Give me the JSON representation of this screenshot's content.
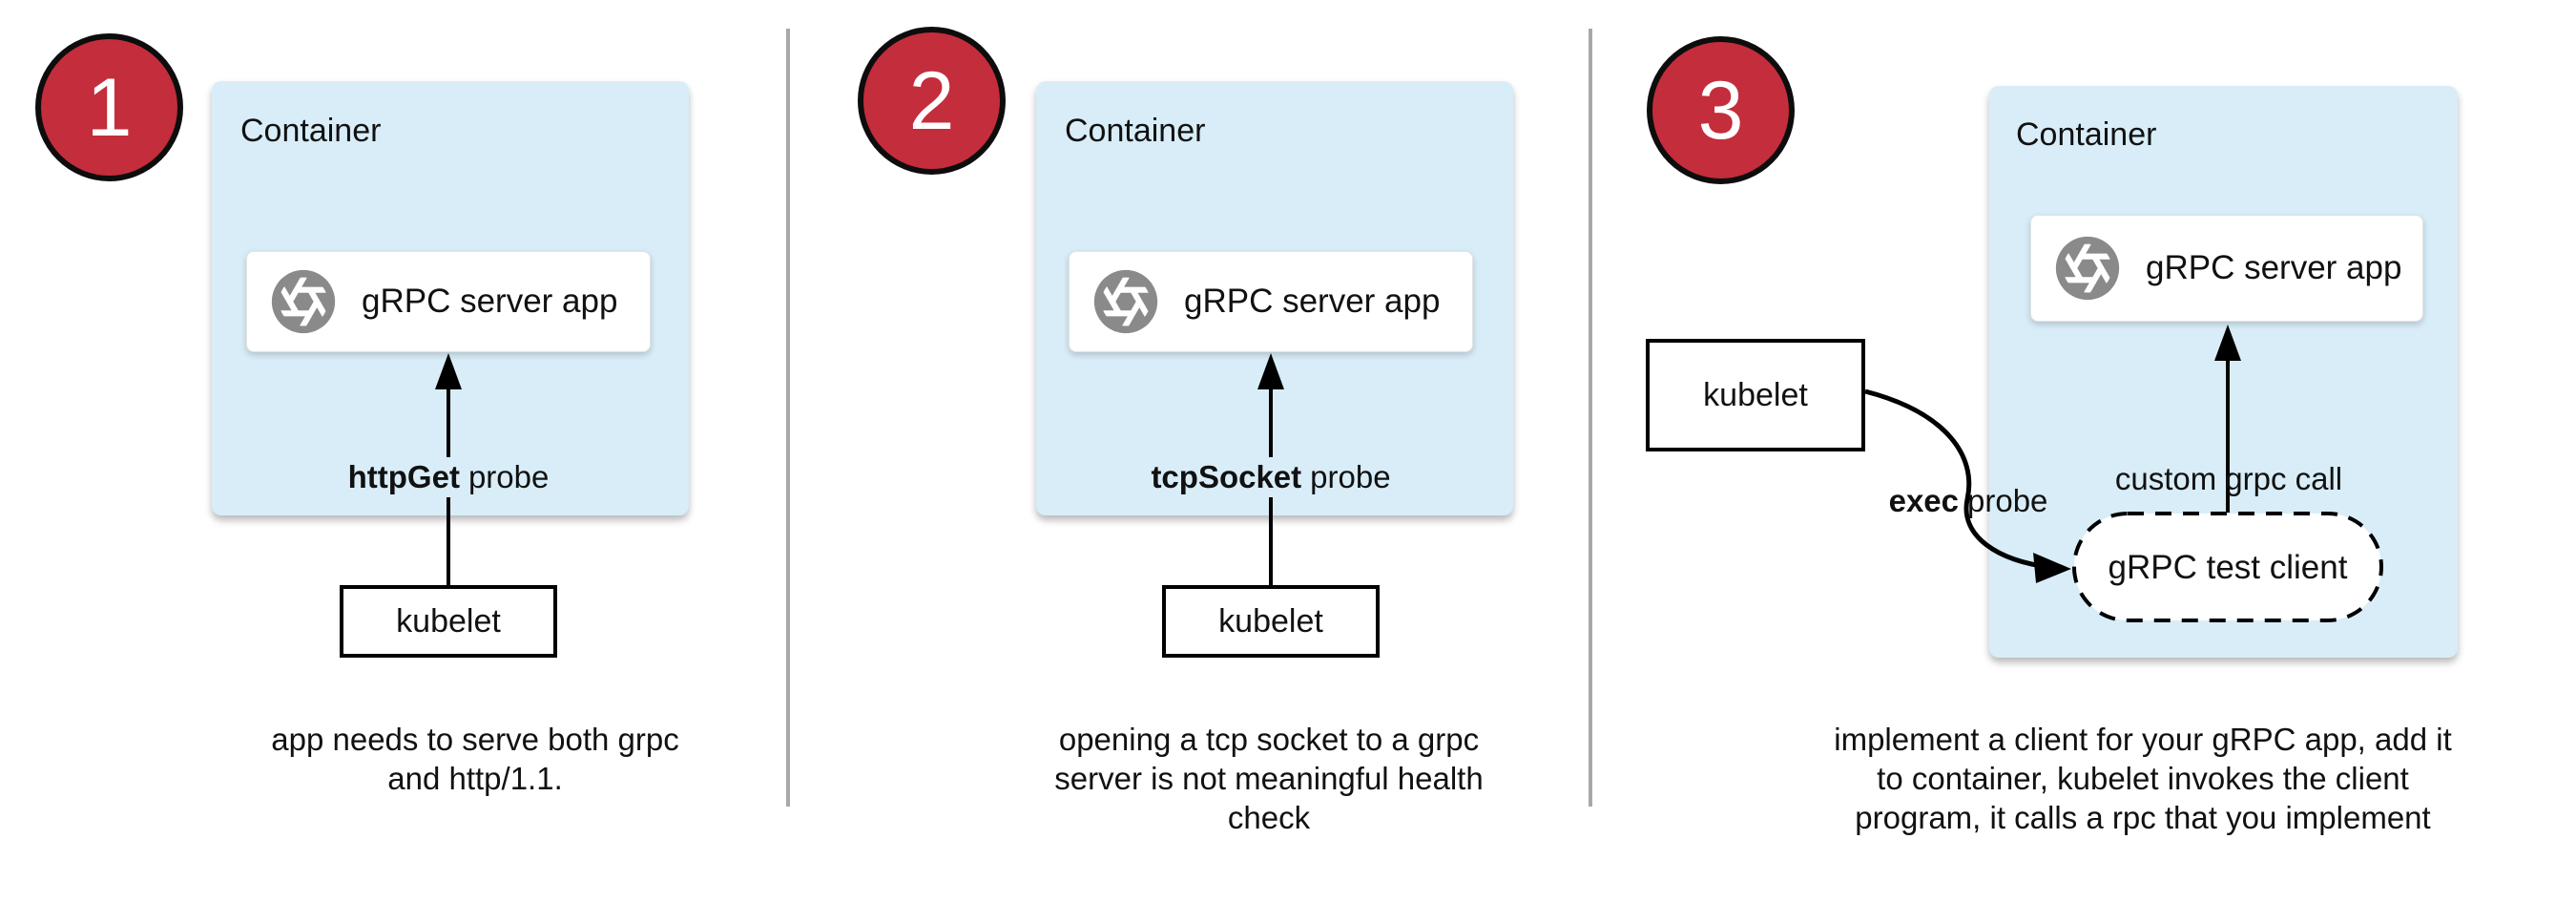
{
  "colors": {
    "container_fill": "#d8edf8",
    "badge_fill": "#c42d3c",
    "badge_border": "#0d0d0d",
    "icon_gray": "#8a8a8a",
    "divider": "#a8a8a8",
    "arrow": "#000000"
  },
  "panels": [
    {
      "badge": "1",
      "container_label": "Container",
      "app_label": "gRPC server app",
      "probe_label": {
        "bold": "httpGet",
        "rest": "probe"
      },
      "kubelet_label": "kubelet",
      "caption_lines": [
        "app needs to serve both grpc",
        "and http/1.1."
      ]
    },
    {
      "badge": "2",
      "container_label": "Container",
      "app_label": "gRPC server app",
      "probe_label": {
        "bold": "tcpSocket",
        "rest": "probe"
      },
      "kubelet_label": "kubelet",
      "caption_lines": [
        "opening a tcp socket to a grpc",
        "server is not meaningful health",
        "check"
      ]
    },
    {
      "badge": "3",
      "container_label": "Container",
      "app_label": "gRPC server app",
      "probe_label": {
        "bold": "exec",
        "rest": "probe"
      },
      "kubelet_label": "kubelet",
      "call_label": {
        "left": "custom",
        "right": "grpc call"
      },
      "test_client_label": "gRPC test client",
      "caption_lines": [
        "implement a client for your gRPC app, add it",
        "to container, kubelet invokes the client",
        "program, it calls a rpc that you implement"
      ]
    }
  ]
}
